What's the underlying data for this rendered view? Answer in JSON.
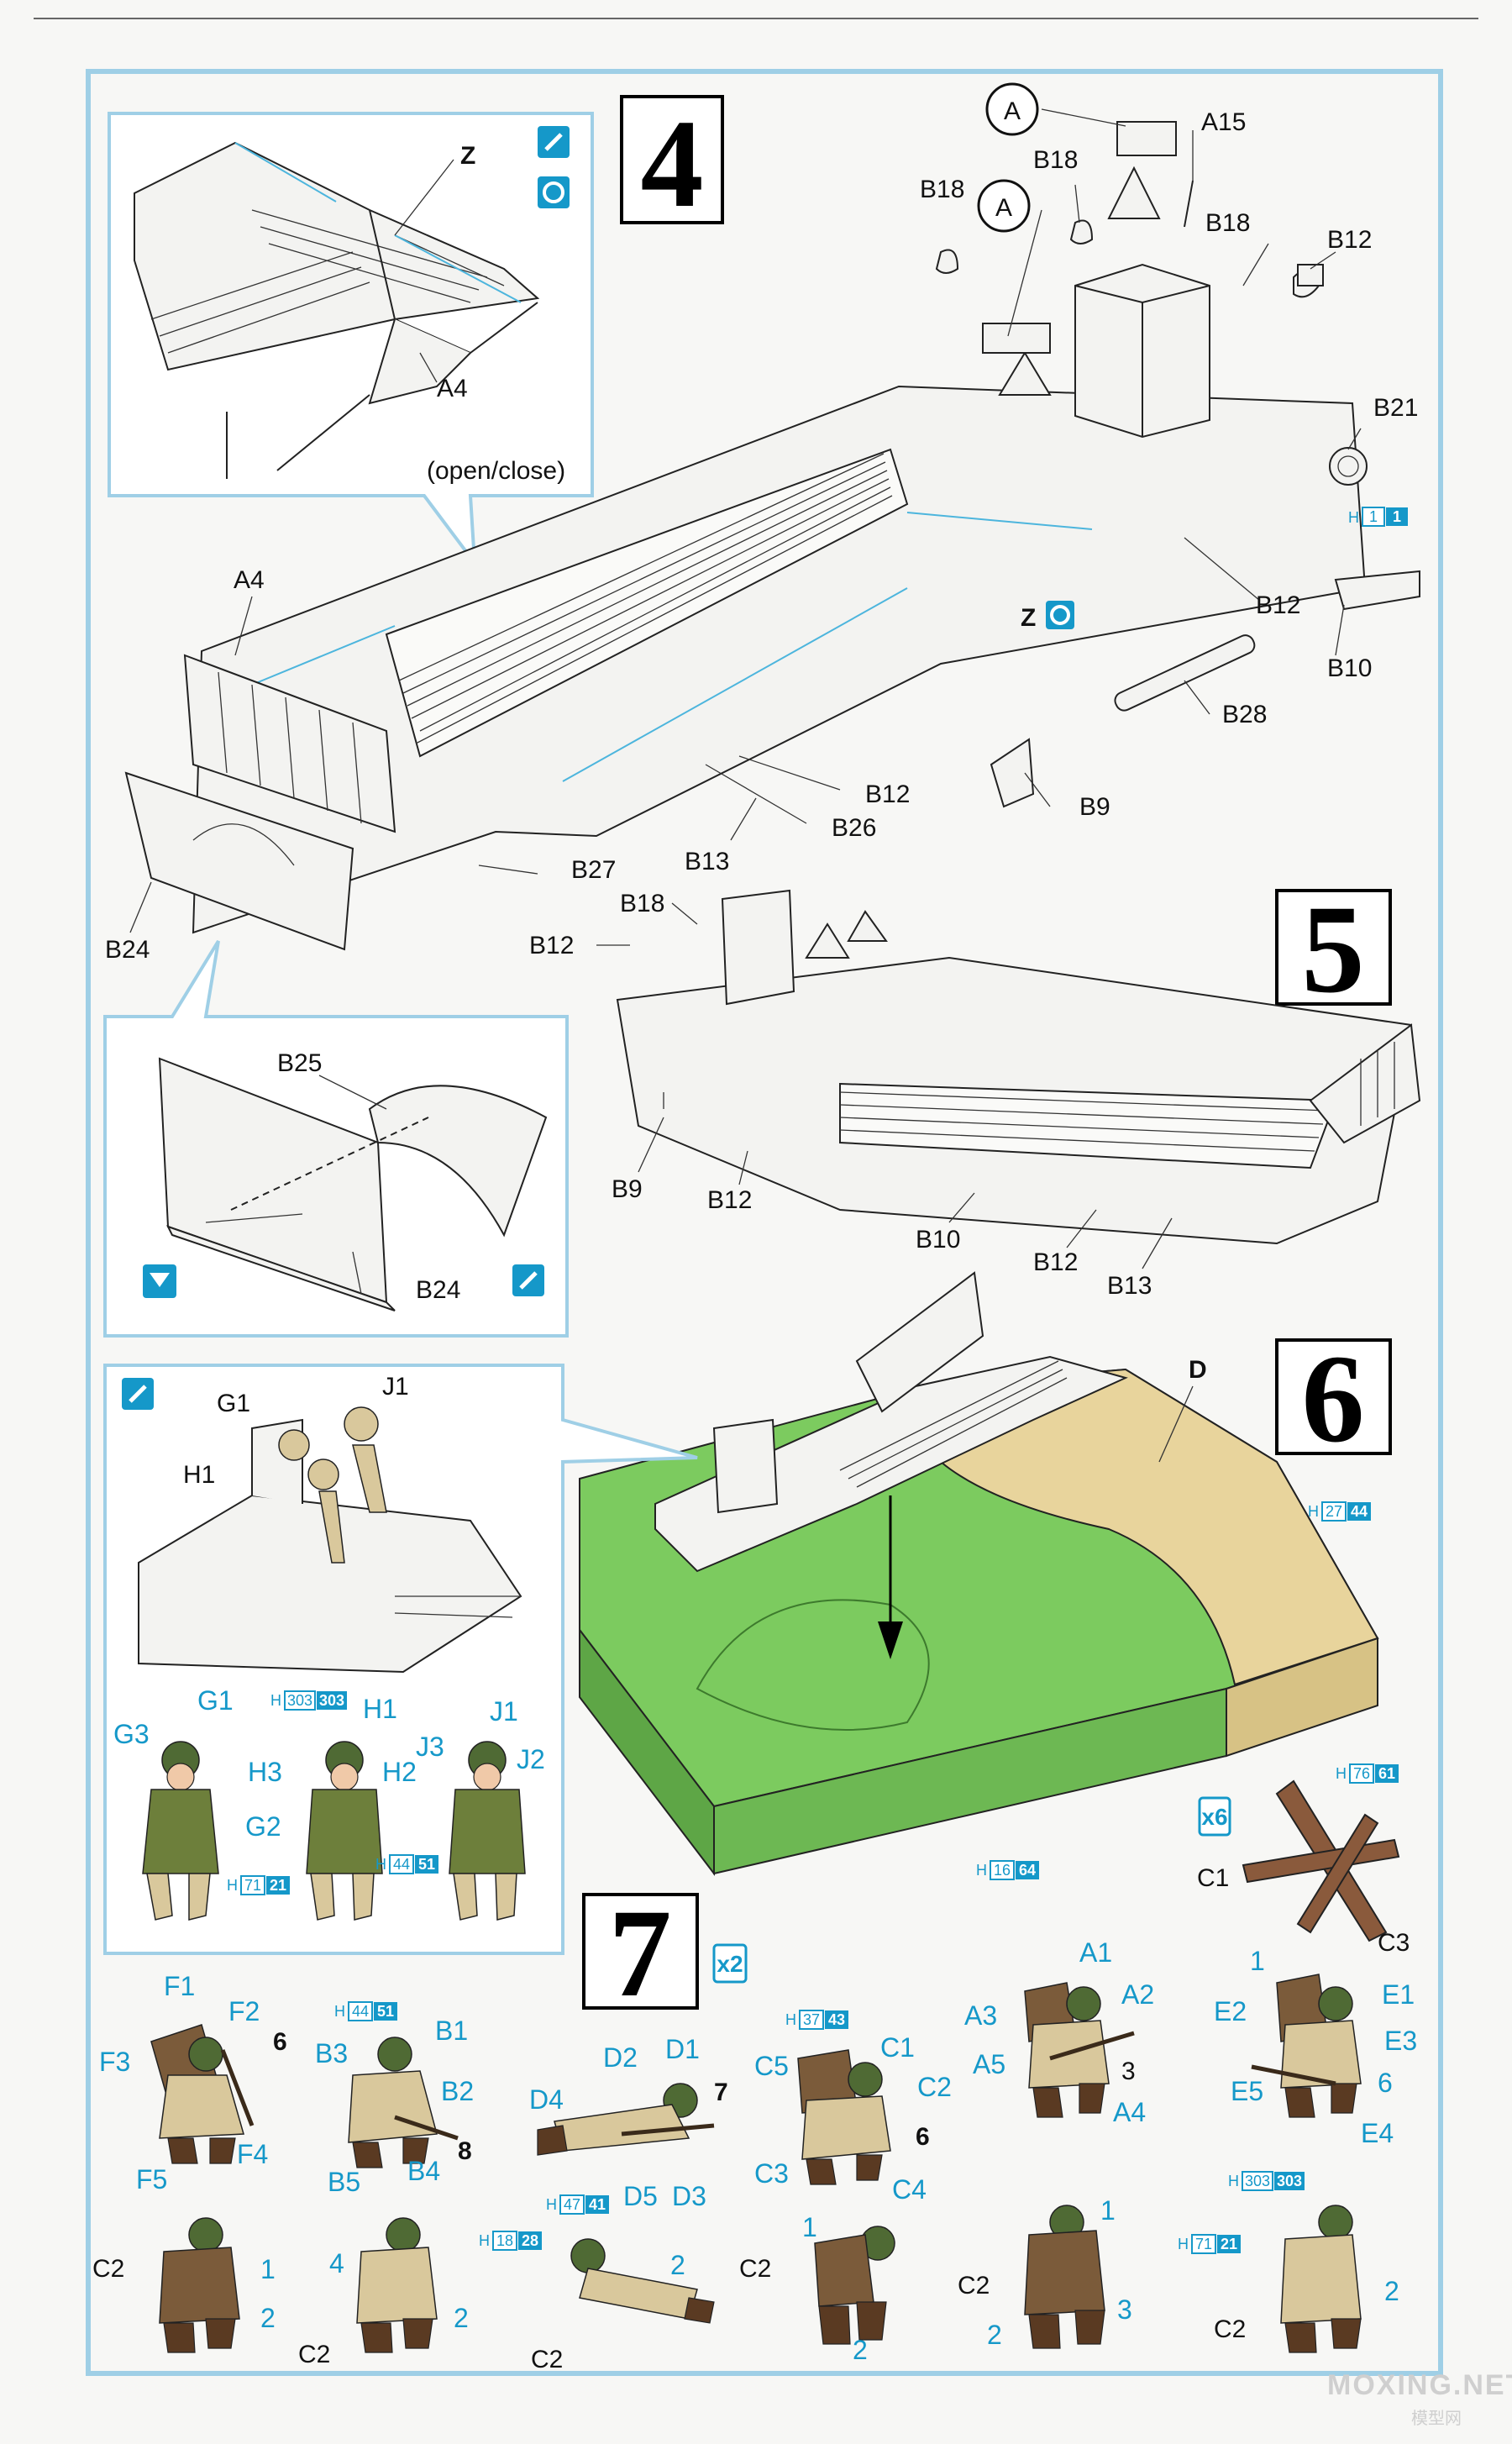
{
  "steps": {
    "four": "4",
    "five": "5",
    "six": "6",
    "seven": "7"
  },
  "step4": {
    "inset_labels": {
      "z": "Z",
      "a4": "A4",
      "open_close": "(open/close)"
    },
    "labels": {
      "a_top": "A",
      "a15": "A15",
      "b18_a": "B18",
      "b18_b": "B18",
      "b18_c": "B18",
      "a_mid": "A",
      "b12_a": "B12",
      "b21": "B21",
      "b12_b": "B12",
      "b10": "B10",
      "b28": "B28",
      "z": "Z",
      "a4": "A4",
      "b12_c": "B12",
      "b26": "B26",
      "b9": "B9",
      "b13": "B13",
      "b27": "B27",
      "b24": "B24"
    },
    "paint_h": "H",
    "paint_h_a": "1",
    "paint_h_b": "1"
  },
  "step4_inset2": {
    "labels": {
      "b25": "B25",
      "b24": "B24"
    }
  },
  "step5": {
    "labels": {
      "b18": "B18",
      "b12_a": "B12",
      "b9": "B9",
      "b12_b": "B12",
      "b10": "B10",
      "b12_c": "B12",
      "b13": "B13"
    }
  },
  "step6": {
    "labels": {
      "d": "D"
    },
    "paints": [
      {
        "h": "H",
        "a": "27",
        "b": "44"
      },
      {
        "h": "H",
        "a": "16",
        "b": "64"
      },
      {
        "h": "H",
        "a": "76",
        "b": "61"
      }
    ],
    "x6": "x6",
    "hedgehog": {
      "c1": "C1",
      "c3": "C3"
    }
  },
  "crew": {
    "labels": {
      "g1": "G1",
      "j1": "J1",
      "h1": "H1"
    },
    "figures": {
      "g1": "G1",
      "g3": "G3",
      "g2": "G2",
      "h1": "H1",
      "h3": "H3",
      "h2": "H2",
      "j1": "J1",
      "j3": "J3",
      "j2": "J2"
    },
    "paints": [
      {
        "h": "H",
        "a": "303",
        "b": "303"
      },
      {
        "h": "H",
        "a": "44",
        "b": "51"
      },
      {
        "h": "H",
        "a": "71",
        "b": "21"
      }
    ]
  },
  "step7": {
    "x2": "x2",
    "fig_f": {
      "f1": "F1",
      "f2": "F2",
      "n6": "6",
      "f3": "F3",
      "f4": "F4",
      "f5": "F5"
    },
    "fig_b": {
      "b1": "B1",
      "b3": "B3",
      "b2": "B2",
      "n8": "8",
      "b5": "B5",
      "b4": "B4"
    },
    "fig_d": {
      "d2": "D2",
      "d1": "D1",
      "d4": "D4",
      "n7": "7",
      "d5": "D5",
      "d3": "D3"
    },
    "fig_c": {
      "c5": "C5",
      "c1": "C1",
      "c2": "C2",
      "n6": "6",
      "c3": "C3",
      "c4": "C4"
    },
    "fig_a": {
      "a1": "A1",
      "a3": "A3",
      "a2": "A2",
      "n3": "3",
      "a5": "A5",
      "a4": "A4"
    },
    "fig_e": {
      "n1": "1",
      "e1": "E1",
      "e2": "E2",
      "e3": "E3",
      "n6": "6",
      "e5": "E5",
      "e4": "E4"
    },
    "back_row": [
      {
        "c2": "C2",
        "n1": "1",
        "n2": "2"
      },
      {
        "n4": "4",
        "c2": "C2",
        "n2": "2"
      },
      {
        "c2": "C2",
        "n2": "2"
      },
      {
        "c2": "C2",
        "n1": "1",
        "n2": "2"
      },
      {
        "n1": "1",
        "c2": "C2",
        "n3": "3",
        "n2": "2"
      },
      {
        "c2": "C2",
        "n2": "2"
      }
    ],
    "paints": [
      {
        "h": "H",
        "a": "44",
        "b": "51"
      },
      {
        "h": "H",
        "a": "37",
        "b": "43"
      },
      {
        "h": "H",
        "a": "47",
        "b": "41"
      },
      {
        "h": "H",
        "a": "18",
        "b": "28"
      },
      {
        "h": "H",
        "a": "303",
        "b": "303"
      },
      {
        "h": "H",
        "a": "71",
        "b": "21"
      }
    ]
  },
  "watermark": {
    "main": "MOXING.NET",
    "sub": "模型网"
  },
  "colors": {
    "accent": "#1598c9",
    "grass": "#7ccb5f",
    "sand": "#e8d49c"
  }
}
